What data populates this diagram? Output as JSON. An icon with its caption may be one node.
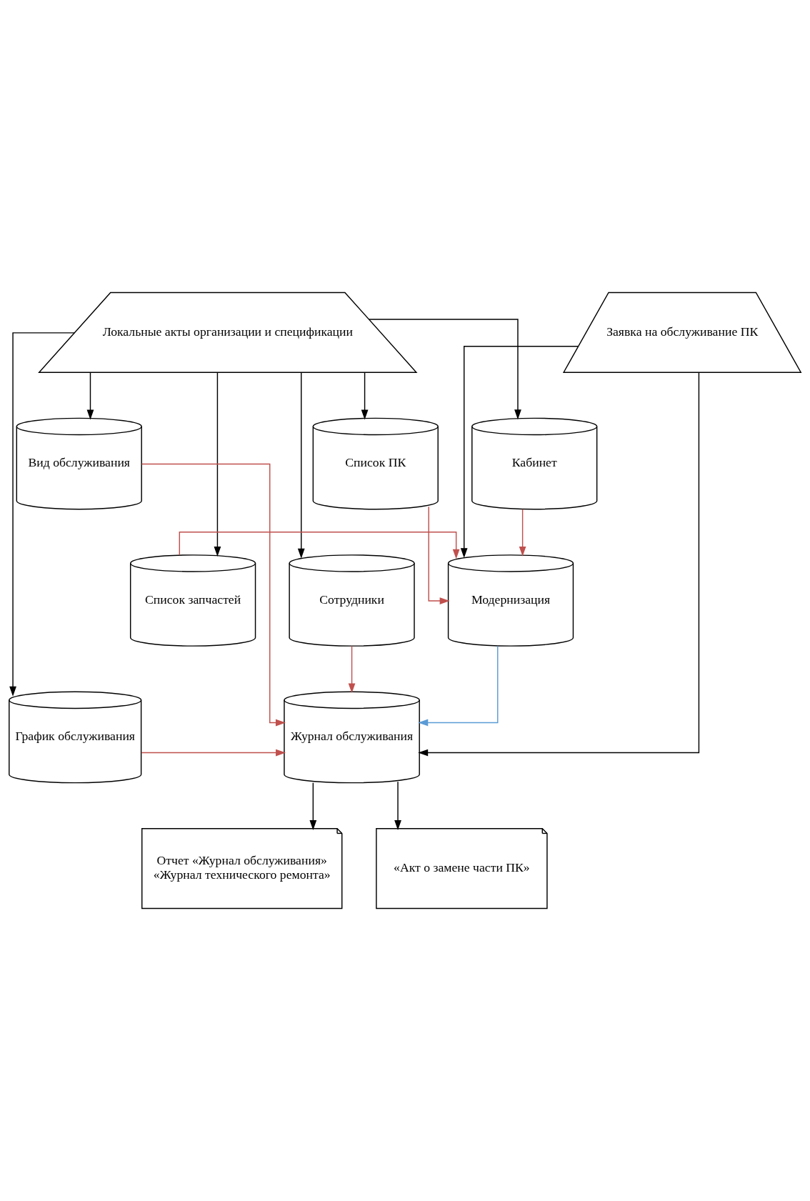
{
  "diagram": {
    "nodes": [
      {
        "text": [
          "Локальные акты организации и спецификации"
        ]
      },
      {
        "text": [
          "Заявка на обслуживание ПК"
        ]
      },
      {
        "text": [
          "Список ПК"
        ]
      },
      {
        "text": [
          "Вид обслуживания"
        ]
      },
      {
        "text": [
          "Кабинет"
        ]
      },
      {
        "text": [
          "Модернизация"
        ]
      },
      {
        "text": [
          "Сотрудники"
        ]
      },
      {
        "text": [
          "Список запчастей"
        ]
      },
      {
        "text": [
          "График обслуживания"
        ]
      },
      {
        "text": [
          "Журнал обслуживания"
        ]
      },
      {
        "text": [
          "Отчет «Журнал обслуживания»",
          "«Журнал технического ремонта»"
        ]
      },
      {
        "text": [
          "«Акт о замене части ПК»"
        ]
      }
    ],
    "edges": [
      {
        "from": 1,
        "to": 5,
        "arrow": "to"
      },
      {
        "from": 1,
        "to": 9,
        "arrow": "to"
      },
      {
        "from": 0,
        "to": 2,
        "arrow": "to"
      },
      {
        "from": 0,
        "to": 3,
        "arrow": "to"
      },
      {
        "from": 0,
        "to": 4,
        "arrow": "to"
      },
      {
        "from": 0,
        "to": 6,
        "arrow": "to"
      },
      {
        "from": 0,
        "to": 7,
        "arrow": "to"
      },
      {
        "from": 0,
        "to": 8,
        "arrow": "to"
      },
      {
        "from": 2,
        "to": 5,
        "arrow": "to",
        "color": "#c0504d"
      },
      {
        "from": 4,
        "to": 5,
        "arrow": "to",
        "color": "#c0504d"
      },
      {
        "from": 7,
        "to": 5,
        "arrow": "to",
        "color": "#c0504d"
      },
      {
        "from": 3,
        "to": 9,
        "arrow": "to",
        "color": "#c0504d"
      },
      {
        "from": 6,
        "to": 9,
        "arrow": "to",
        "color": "#c0504d"
      },
      {
        "from": 5,
        "to": 9,
        "arrow": "to",
        "color": "#5b9bd5"
      },
      {
        "from": 8,
        "to": 9,
        "arrow": "to",
        "color": "#c0504d"
      },
      {
        "from": 9,
        "to": 10,
        "arrow": "to"
      },
      {
        "from": 9,
        "to": 11,
        "arrow": "to"
      }
    ]
  }
}
